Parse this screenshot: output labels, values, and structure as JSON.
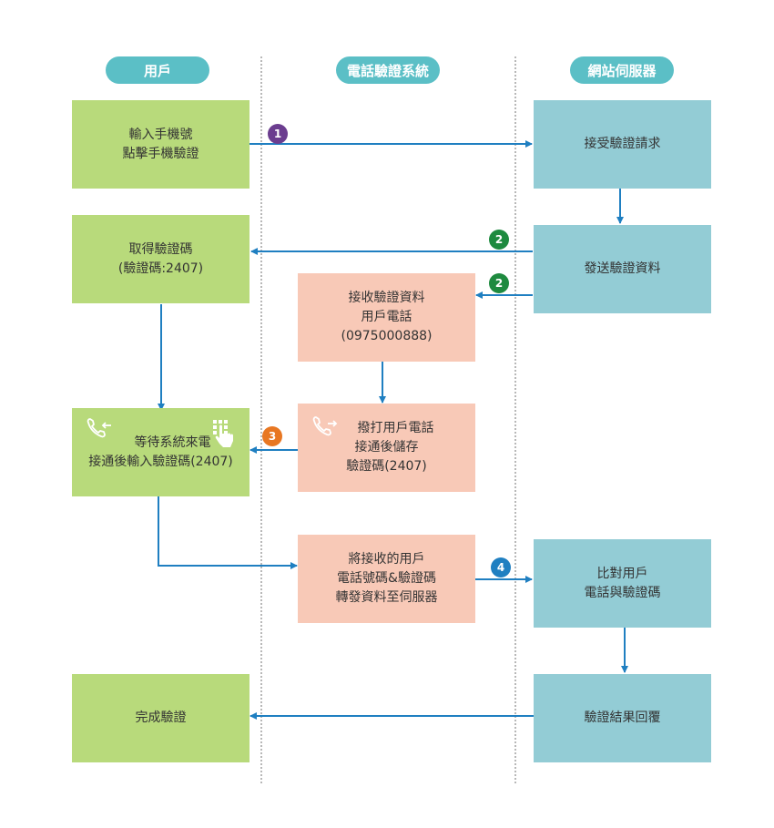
{
  "lanes": {
    "user": "用戶",
    "system": "電話驗證系統",
    "server": "網站伺服器"
  },
  "boxes": {
    "input_phone": [
      "輸入手機號",
      "點擊手機驗證"
    ],
    "accept_request": "接受驗證請求",
    "get_code": [
      "取得驗證碼",
      "(驗證碼:2407)"
    ],
    "send_data": "發送驗證資料",
    "receive_data": [
      "接收驗證資料",
      "用戶電話",
      "(0975000888)"
    ],
    "wait_call": [
      "等待系統來電",
      "接通後輸入驗證碼(2407)"
    ],
    "dial": [
      "撥打用戶電話",
      "接通後儲存",
      "驗證碼(2407)"
    ],
    "forward": [
      "將接收的用戶",
      "電話號碼&驗證碼",
      "轉發資料至伺服器"
    ],
    "compare": [
      "比對用戶",
      "電話與驗證碼"
    ],
    "complete": "完成驗證",
    "result": "驗證結果回覆"
  },
  "steps": {
    "s1": "1",
    "s2a": "2",
    "s2b": "2",
    "s3": "3",
    "s4": "4"
  },
  "colors": {
    "lane_header": "#5bbfc6",
    "user_box": "#b8da7b",
    "server_box": "#93ccd5",
    "system_box": "#f8c9b7",
    "arrow": "#1f7fc1",
    "step1": "#6b3d8f",
    "step2": "#1e8a3f",
    "step3": "#e87722",
    "step4": "#1f7fc1"
  },
  "icons": [
    "phone-incoming-icon",
    "tap-keypad-icon",
    "phone-outgoing-icon"
  ]
}
